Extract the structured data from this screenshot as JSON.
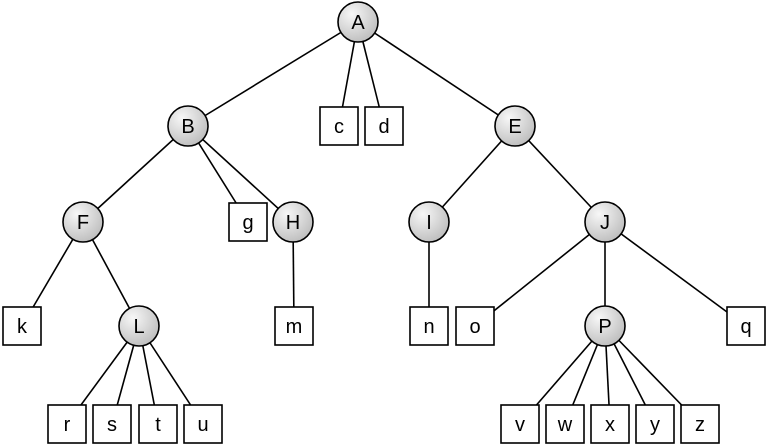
{
  "colors": {
    "node_fill_light": "#f7f7f7",
    "node_fill_dark": "#bdbdbd",
    "leaf_fill": "#ffffff",
    "stroke": "#000000"
  },
  "tree": {
    "nodes": [
      {
        "id": "A",
        "label": "A",
        "kind": "internal"
      },
      {
        "id": "B",
        "label": "B",
        "kind": "internal"
      },
      {
        "id": "c",
        "label": "c",
        "kind": "leaf"
      },
      {
        "id": "d",
        "label": "d",
        "kind": "leaf"
      },
      {
        "id": "E",
        "label": "E",
        "kind": "internal"
      },
      {
        "id": "F",
        "label": "F",
        "kind": "internal"
      },
      {
        "id": "g",
        "label": "g",
        "kind": "leaf"
      },
      {
        "id": "H",
        "label": "H",
        "kind": "internal"
      },
      {
        "id": "I",
        "label": "I",
        "kind": "internal"
      },
      {
        "id": "J",
        "label": "J",
        "kind": "internal"
      },
      {
        "id": "k",
        "label": "k",
        "kind": "leaf"
      },
      {
        "id": "L",
        "label": "L",
        "kind": "internal"
      },
      {
        "id": "m",
        "label": "m",
        "kind": "leaf"
      },
      {
        "id": "n",
        "label": "n",
        "kind": "leaf"
      },
      {
        "id": "o",
        "label": "o",
        "kind": "leaf"
      },
      {
        "id": "P",
        "label": "P",
        "kind": "internal"
      },
      {
        "id": "q",
        "label": "q",
        "kind": "leaf"
      },
      {
        "id": "r",
        "label": "r",
        "kind": "leaf"
      },
      {
        "id": "s",
        "label": "s",
        "kind": "leaf"
      },
      {
        "id": "t",
        "label": "t",
        "kind": "leaf"
      },
      {
        "id": "u",
        "label": "u",
        "kind": "leaf"
      },
      {
        "id": "v",
        "label": "v",
        "kind": "leaf"
      },
      {
        "id": "w",
        "label": "w",
        "kind": "leaf"
      },
      {
        "id": "x",
        "label": "x",
        "kind": "leaf"
      },
      {
        "id": "y",
        "label": "y",
        "kind": "leaf"
      },
      {
        "id": "z",
        "label": "z",
        "kind": "leaf"
      }
    ],
    "edges": [
      [
        "A",
        "B"
      ],
      [
        "A",
        "c"
      ],
      [
        "A",
        "d"
      ],
      [
        "A",
        "E"
      ],
      [
        "B",
        "F"
      ],
      [
        "B",
        "g"
      ],
      [
        "B",
        "H"
      ],
      [
        "E",
        "I"
      ],
      [
        "E",
        "J"
      ],
      [
        "F",
        "k"
      ],
      [
        "F",
        "L"
      ],
      [
        "H",
        "m"
      ],
      [
        "I",
        "n"
      ],
      [
        "J",
        "o"
      ],
      [
        "J",
        "P"
      ],
      [
        "J",
        "q"
      ],
      [
        "L",
        "r"
      ],
      [
        "L",
        "s"
      ],
      [
        "L",
        "t"
      ],
      [
        "L",
        "u"
      ],
      [
        "P",
        "v"
      ],
      [
        "P",
        "w"
      ],
      [
        "P",
        "x"
      ],
      [
        "P",
        "y"
      ],
      [
        "P",
        "z"
      ]
    ]
  }
}
